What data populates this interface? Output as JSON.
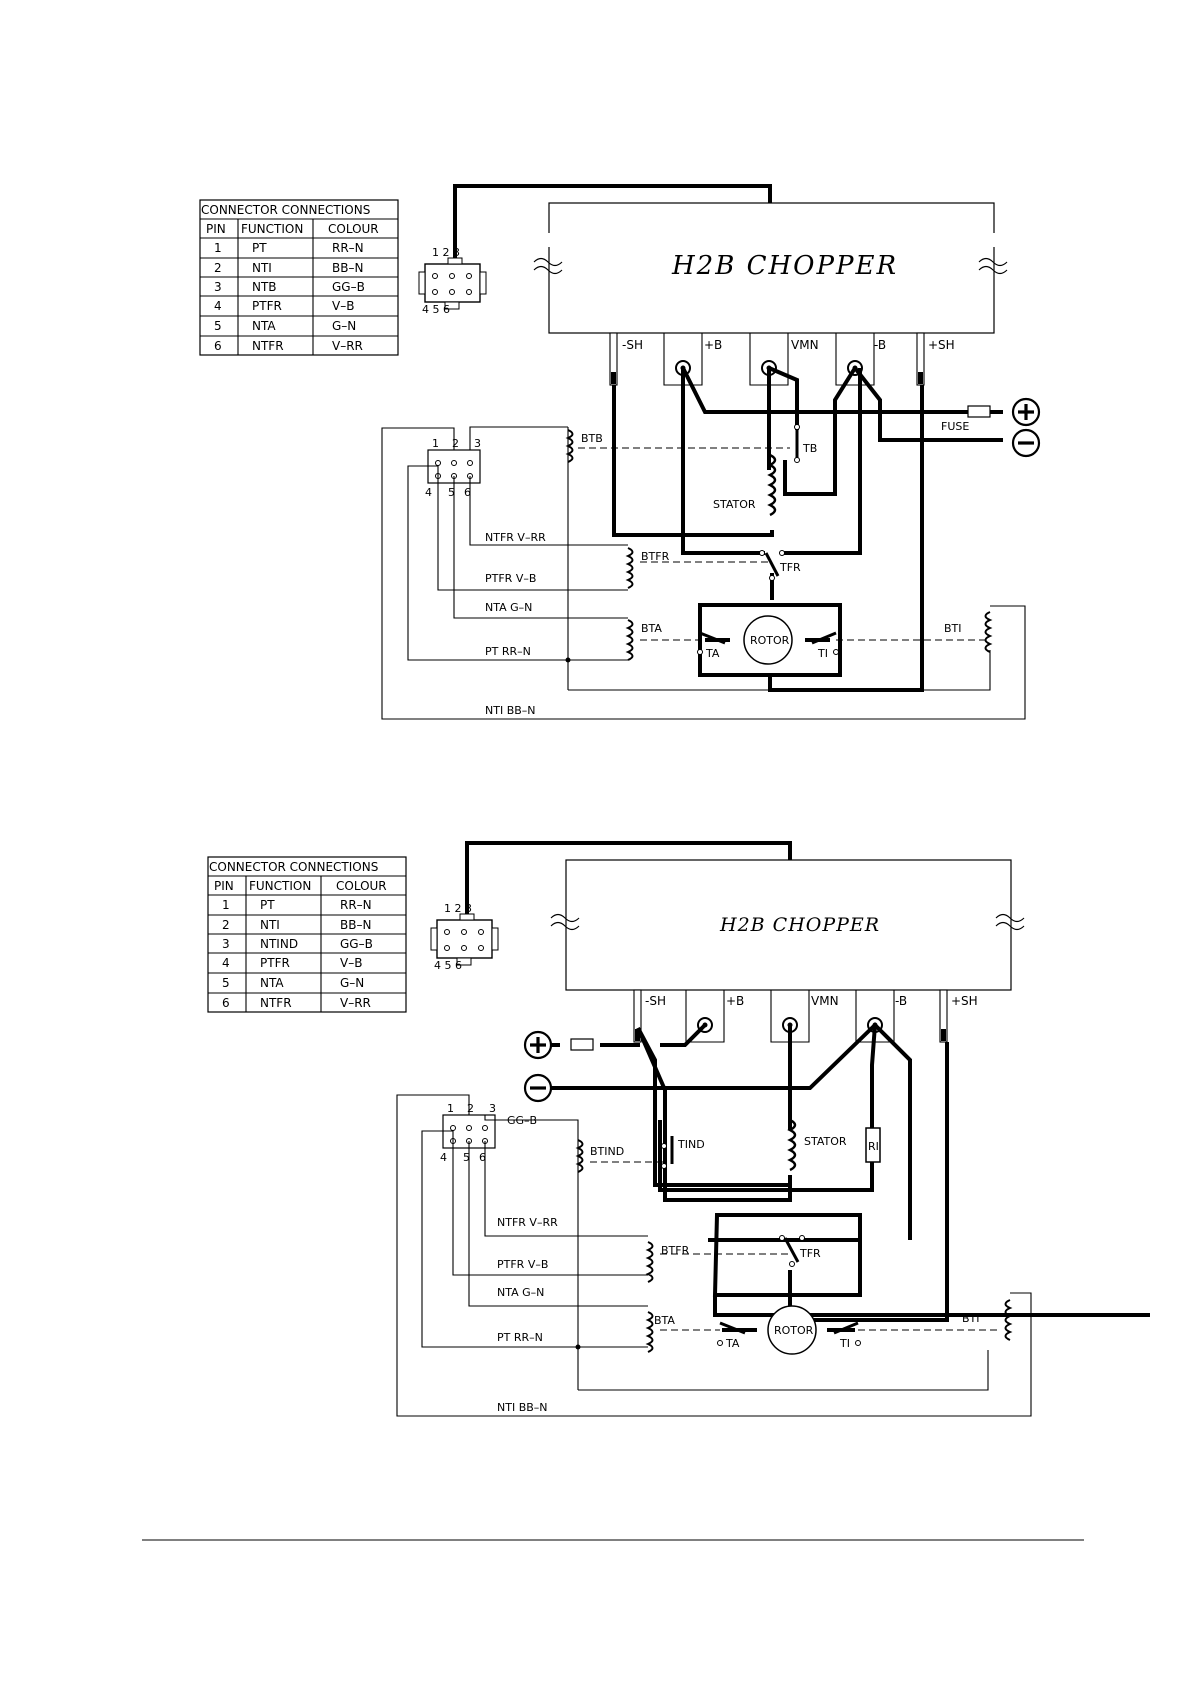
{
  "diagram1": {
    "title": "H2B CHOPPER",
    "table": {
      "heading": "CONNECTOR CONNECTIONS",
      "columns": [
        "PIN",
        "FUNCTION",
        "COLOUR"
      ],
      "rows": [
        {
          "pin": "1",
          "function": "PT",
          "colour": "RR–N"
        },
        {
          "pin": "2",
          "function": "NTI",
          "colour": "BB–N"
        },
        {
          "pin": "3",
          "function": "NTB",
          "colour": "GG–B"
        },
        {
          "pin": "4",
          "function": "PTFR",
          "colour": "V–B"
        },
        {
          "pin": "5",
          "function": "NTA",
          "colour": "G–N"
        },
        {
          "pin": "6",
          "function": "NTFR",
          "colour": "V–RR"
        }
      ]
    },
    "terminals": [
      "-SH",
      "+B",
      "VMN",
      "-B",
      "+SH"
    ],
    "labels": {
      "fuse": "FUSE",
      "btb": "BTB",
      "tb": "TB",
      "stator": "STATOR",
      "btfr": "BTFR",
      "tfr": "TFR",
      "bta": "BTA",
      "bti": "BTI",
      "rotor": "ROTOR",
      "ta": "TA",
      "ti": "TI",
      "ntfr": "NTFR V–RR",
      "ptfr": "PTFR V–B",
      "nta": "NTA G–N",
      "pt": "PT RR–N",
      "nti": "NTI BB–N",
      "pins_top": "1  2 3",
      "pins_bottom": "4 5  6",
      "pin1": "1",
      "pin2": "2",
      "pin3": "3",
      "pin4": "4",
      "pin5": "5",
      "pin6": "6"
    }
  },
  "diagram2": {
    "title": "H2B CHOPPER",
    "table": {
      "heading": "CONNECTOR CONNECTIONS",
      "columns": [
        "PIN",
        "FUNCTION",
        "COLOUR"
      ],
      "rows": [
        {
          "pin": "1",
          "function": "PT",
          "colour": "RR–N"
        },
        {
          "pin": "2",
          "function": "NTI",
          "colour": "BB–N"
        },
        {
          "pin": "3",
          "function": "NTIND",
          "colour": "GG–B"
        },
        {
          "pin": "4",
          "function": "PTFR",
          "colour": "V–B"
        },
        {
          "pin": "5",
          "function": "NTA",
          "colour": "G–N"
        },
        {
          "pin": "6",
          "function": "NTFR",
          "colour": "V–RR"
        }
      ]
    },
    "terminals": [
      "-SH",
      "+B",
      "VMN",
      "-B",
      "+SH"
    ],
    "labels": {
      "ggb": "GG–B",
      "btind": "BTIND",
      "tind": "TIND",
      "stator": "STATOR",
      "ri": "RI",
      "btfr": "BTFR",
      "tfr": "TFR",
      "bta": "BTA",
      "bti": "BTI",
      "rotor": "ROTOR",
      "ta": "TA",
      "ti": "TI",
      "ntfr": "NTFR V–RR",
      "ptfr": "PTFR V–B",
      "nta": "NTA G–N",
      "pt": "PT RR–N",
      "nti": "NTI BB–N",
      "pins_top": "1  2 3",
      "pins_bottom": "4 5  6",
      "pin1": "1",
      "pin2": "2",
      "pin3": "3",
      "pin4": "4",
      "pin5": "5",
      "pin6": "6"
    }
  },
  "icons": [
    "plus-terminal-icon",
    "minus-terminal-icon",
    "connector-icon",
    "coil-icon",
    "rotor-icon"
  ]
}
